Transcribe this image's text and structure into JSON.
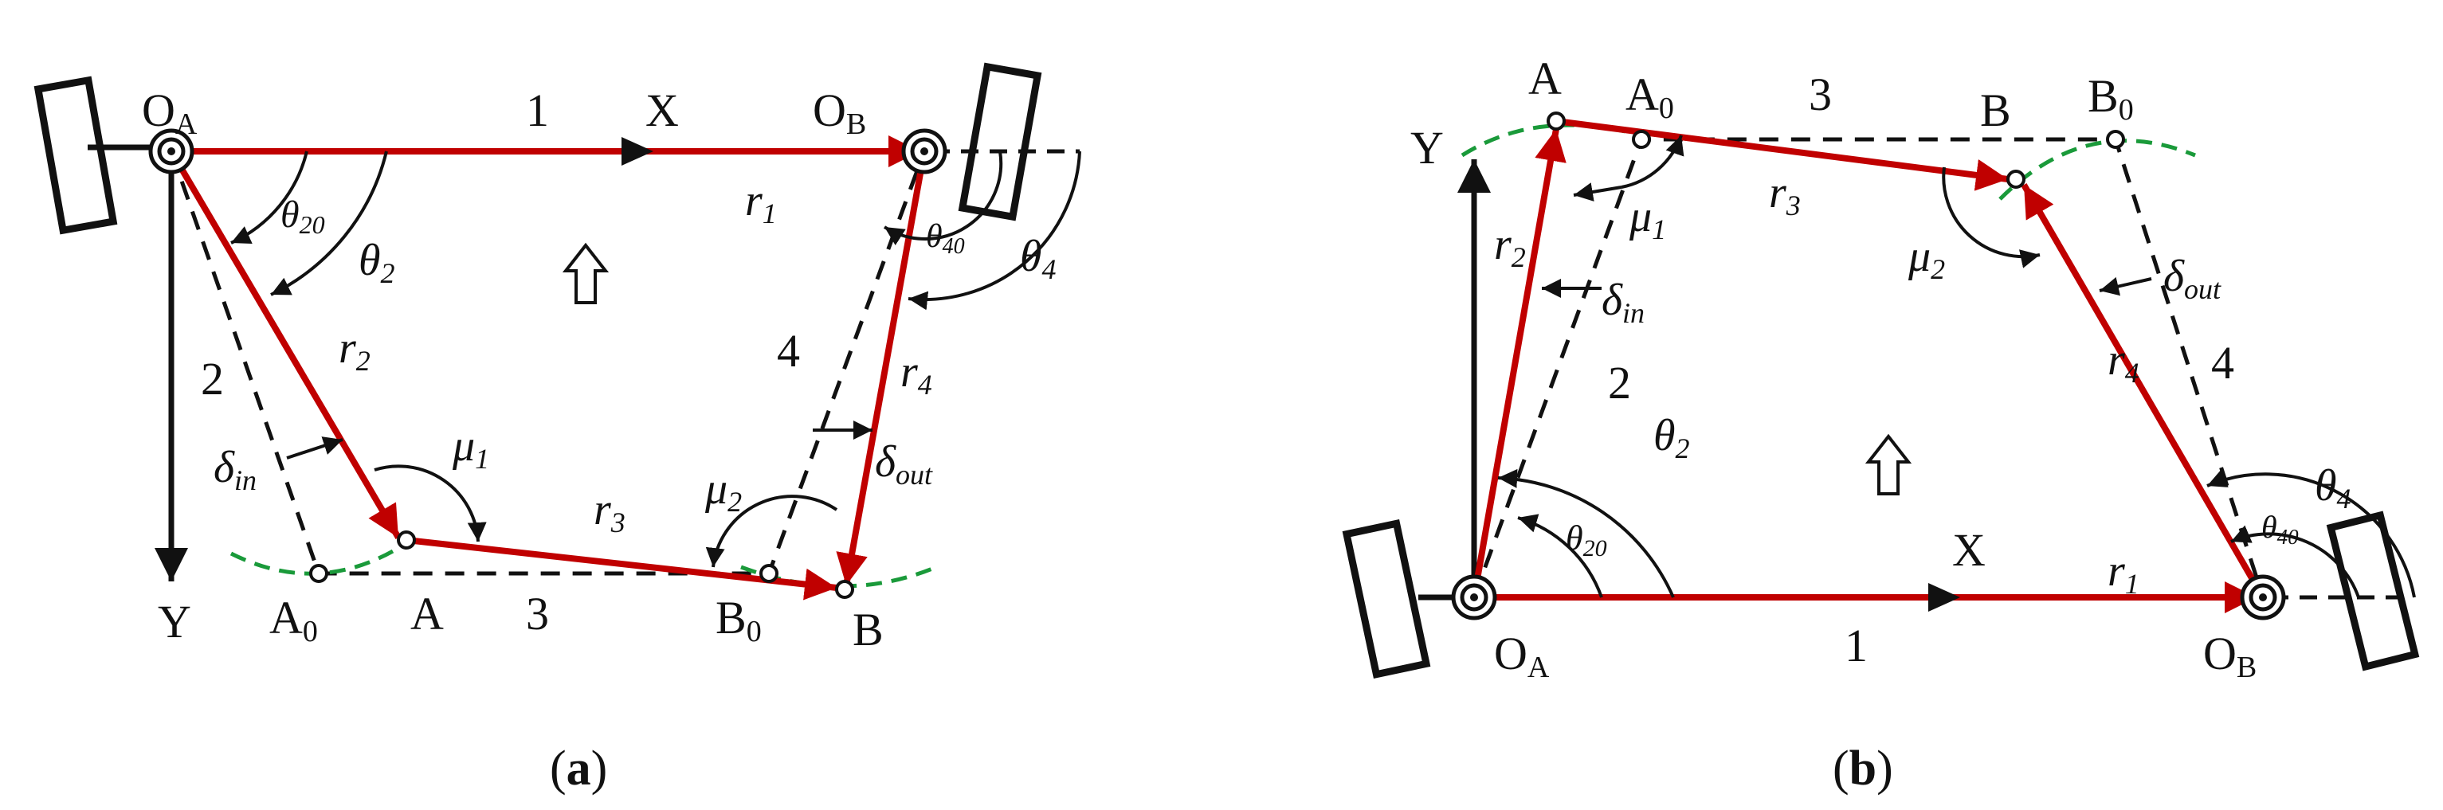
{
  "colors": {
    "vector": "#c00000",
    "link": "#111111",
    "arc": "#1a9a3a"
  },
  "panel_a": {
    "caption_open": "(",
    "caption_letter": "a",
    "caption_close": ")",
    "OA": "O",
    "OA_sub": "A",
    "OB": "O",
    "OB_sub": "B",
    "X": "X",
    "Y": "Y",
    "A": "A",
    "A0": "A",
    "A0_sub": "0",
    "B": "B",
    "B0": "B",
    "B0_sub": "0",
    "link1": "1",
    "link2": "2",
    "link3": "3",
    "link4": "4",
    "r1": "r",
    "r1_sub": "1",
    "r2": "r",
    "r2_sub": "2",
    "r3": "r",
    "r3_sub": "3",
    "r4": "r",
    "r4_sub": "4",
    "theta2": "θ",
    "theta2_sub": "2",
    "theta20": "θ",
    "theta20_sub": "20",
    "theta4": "θ",
    "theta4_sub": "4",
    "theta40": "θ",
    "theta40_sub": "40",
    "mu1": "μ",
    "mu1_sub": "1",
    "mu2": "μ",
    "mu2_sub": "2",
    "delta_in": "δ",
    "delta_in_sub": "in",
    "delta_out": "δ",
    "delta_out_sub": "out"
  },
  "panel_b": {
    "caption_open": "(",
    "caption_letter": "b",
    "caption_close": ")",
    "OA": "O",
    "OA_sub": "A",
    "OB": "O",
    "OB_sub": "B",
    "X": "X",
    "Y": "Y",
    "A": "A",
    "A0": "A",
    "A0_sub": "0",
    "B": "B",
    "B0": "B",
    "B0_sub": "0",
    "link1": "1",
    "link2": "2",
    "link3": "3",
    "link4": "4",
    "r1": "r",
    "r1_sub": "1",
    "r2": "r",
    "r2_sub": "2",
    "r3": "r",
    "r3_sub": "3",
    "r4": "r",
    "r4_sub": "4",
    "theta2": "θ",
    "theta2_sub": "2",
    "theta20": "θ",
    "theta20_sub": "20",
    "theta4": "θ",
    "theta4_sub": "4",
    "theta40": "θ",
    "theta40_sub": "40",
    "mu1": "μ",
    "mu1_sub": "1",
    "mu2": "μ",
    "mu2_sub": "2",
    "delta_in": "δ",
    "delta_in_sub": "in",
    "delta_out": "δ",
    "delta_out_sub": "out"
  }
}
